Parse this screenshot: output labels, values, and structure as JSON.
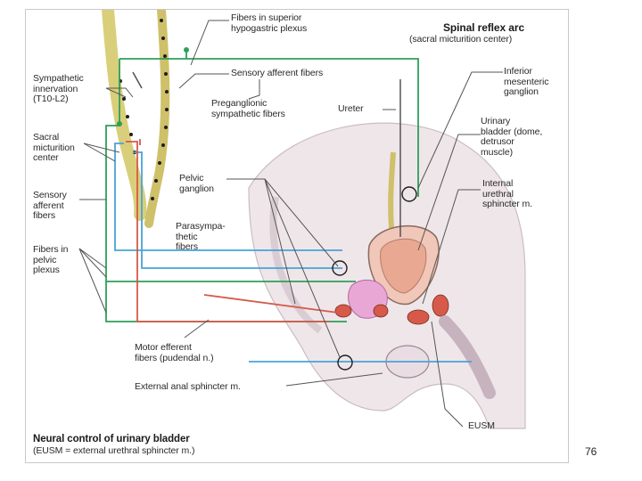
{
  "figure": {
    "title": "Spinal reflex arc",
    "subtitle": "(sacral micturition center)",
    "caption_title": "Neural control of urinary bladder",
    "caption_note": "(EUSM = external urethral sphincter m.)",
    "labels": {
      "fibers_superior_hypogastric": "Fibers in superior\nhypogastric plexus",
      "sensory_afferent_top": "Sensory afferent fibers",
      "sympathetic_innervation": "Sympathetic\ninnervation\n(T10-L2)",
      "preganglionic": "Preganglionic\nsympathetic fibers",
      "ureter": "Ureter",
      "inferior_mesenteric": "Inferior\nmesenteric\nganglion",
      "sacral_micturition": "Sacral\nmicturition\ncenter",
      "urinary_bladder": "Urinary\nbladder (dome,\ndetrusor\nmuscle)",
      "pelvic_ganglion": "Pelvic\nganglion",
      "sensory_afferent_left": "Sensory\nafferent\nfibers",
      "internal_urethral": "Internal\nurethral\nsphincter m.",
      "parasympathetic": "Parasympa-\nthetic\nfibers",
      "fibers_pelvic_plexus": "Fibers in\npelvic\nplexus",
      "motor_efferent": "Motor efferent\nfibers (pudendal n.)",
      "external_anal": "External anal sphincter m.",
      "eusm": "EUSM"
    },
    "colors": {
      "sympathetic_fiber": "#2f9e5b",
      "parasympathetic_fiber": "#4aa3d6",
      "motor_fiber": "#d65a4a",
      "spinal_cord": "#d9cf7a",
      "body_wall": "#e6dde0",
      "bladder": "#f0c7b8"
    }
  },
  "page_number": "76"
}
